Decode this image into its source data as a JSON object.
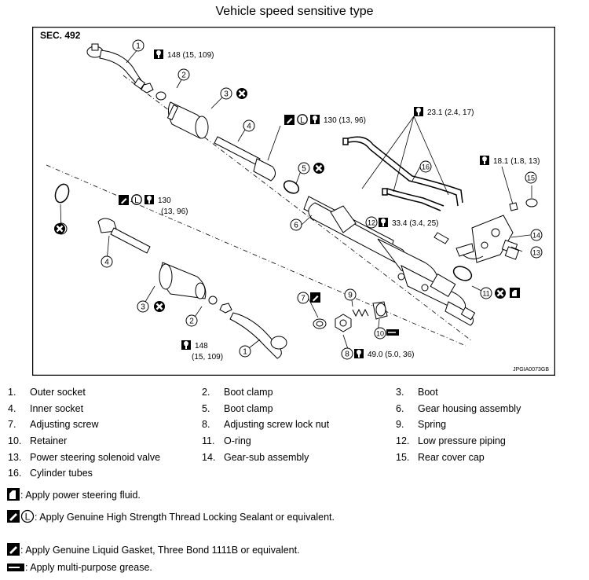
{
  "title": "Vehicle speed sensitive type",
  "section": "SEC. 492",
  "figure_code": "JPGIA0073GB",
  "torques": {
    "t1": "148 (15, 109)",
    "t2": "130 (13, 96)",
    "t3": "23.1 (2.4, 17)",
    "t4": "18.1 (1.8, 13)",
    "t5a": "130",
    "t5b": "(13, 96)",
    "t6": "33.4 (3.4, 25)",
    "t7a": "148",
    "t7b": "(15, 109)",
    "t8": "49.0 (5.0, 36)"
  },
  "callouts": {
    "c1": "1",
    "c2": "2",
    "c3": "3",
    "c4": "4",
    "c5": "5",
    "c6": "6",
    "c7": "7",
    "c8": "8",
    "c9": "9",
    "c10": "10",
    "c11": "11",
    "c12": "12",
    "c13": "13",
    "c14": "14",
    "c15": "15",
    "c16": "16"
  },
  "parts": [
    {
      "num": "1.",
      "name": "Outer socket"
    },
    {
      "num": "2.",
      "name": "Boot clamp"
    },
    {
      "num": "3.",
      "name": "Boot"
    },
    {
      "num": "4.",
      "name": "Inner socket"
    },
    {
      "num": "5.",
      "name": "Boot clamp"
    },
    {
      "num": "6.",
      "name": "Gear housing assembly"
    },
    {
      "num": "7.",
      "name": "Adjusting screw"
    },
    {
      "num": "8.",
      "name": "Adjusting screw lock nut"
    },
    {
      "num": "9.",
      "name": "Spring"
    },
    {
      "num": "10.",
      "name": "Retainer"
    },
    {
      "num": "11.",
      "name": "O-ring"
    },
    {
      "num": "12.",
      "name": "Low pressure piping"
    },
    {
      "num": "13.",
      "name": "Power steering solenoid valve"
    },
    {
      "num": "14.",
      "name": "Gear-sub assembly"
    },
    {
      "num": "15.",
      "name": "Rear cover cap"
    },
    {
      "num": "16.",
      "name": "Cylinder tubes"
    }
  ],
  "notes": {
    "fluid": ": Apply power steering fluid.",
    "locking": ": Apply Genuine High Strength Thread Locking Sealant or equivalent.",
    "gasket": ": Apply Genuine Liquid Gasket, Three Bond 1111B or equivalent.",
    "grease": ": Apply multi-purpose grease."
  },
  "icons": [
    "torque-wrench-icon",
    "do-not-reuse-icon",
    "locking-sealant-icon",
    "liquid-gasket-icon",
    "fluid-can-icon",
    "grease-icon",
    "loctite-l-icon"
  ]
}
